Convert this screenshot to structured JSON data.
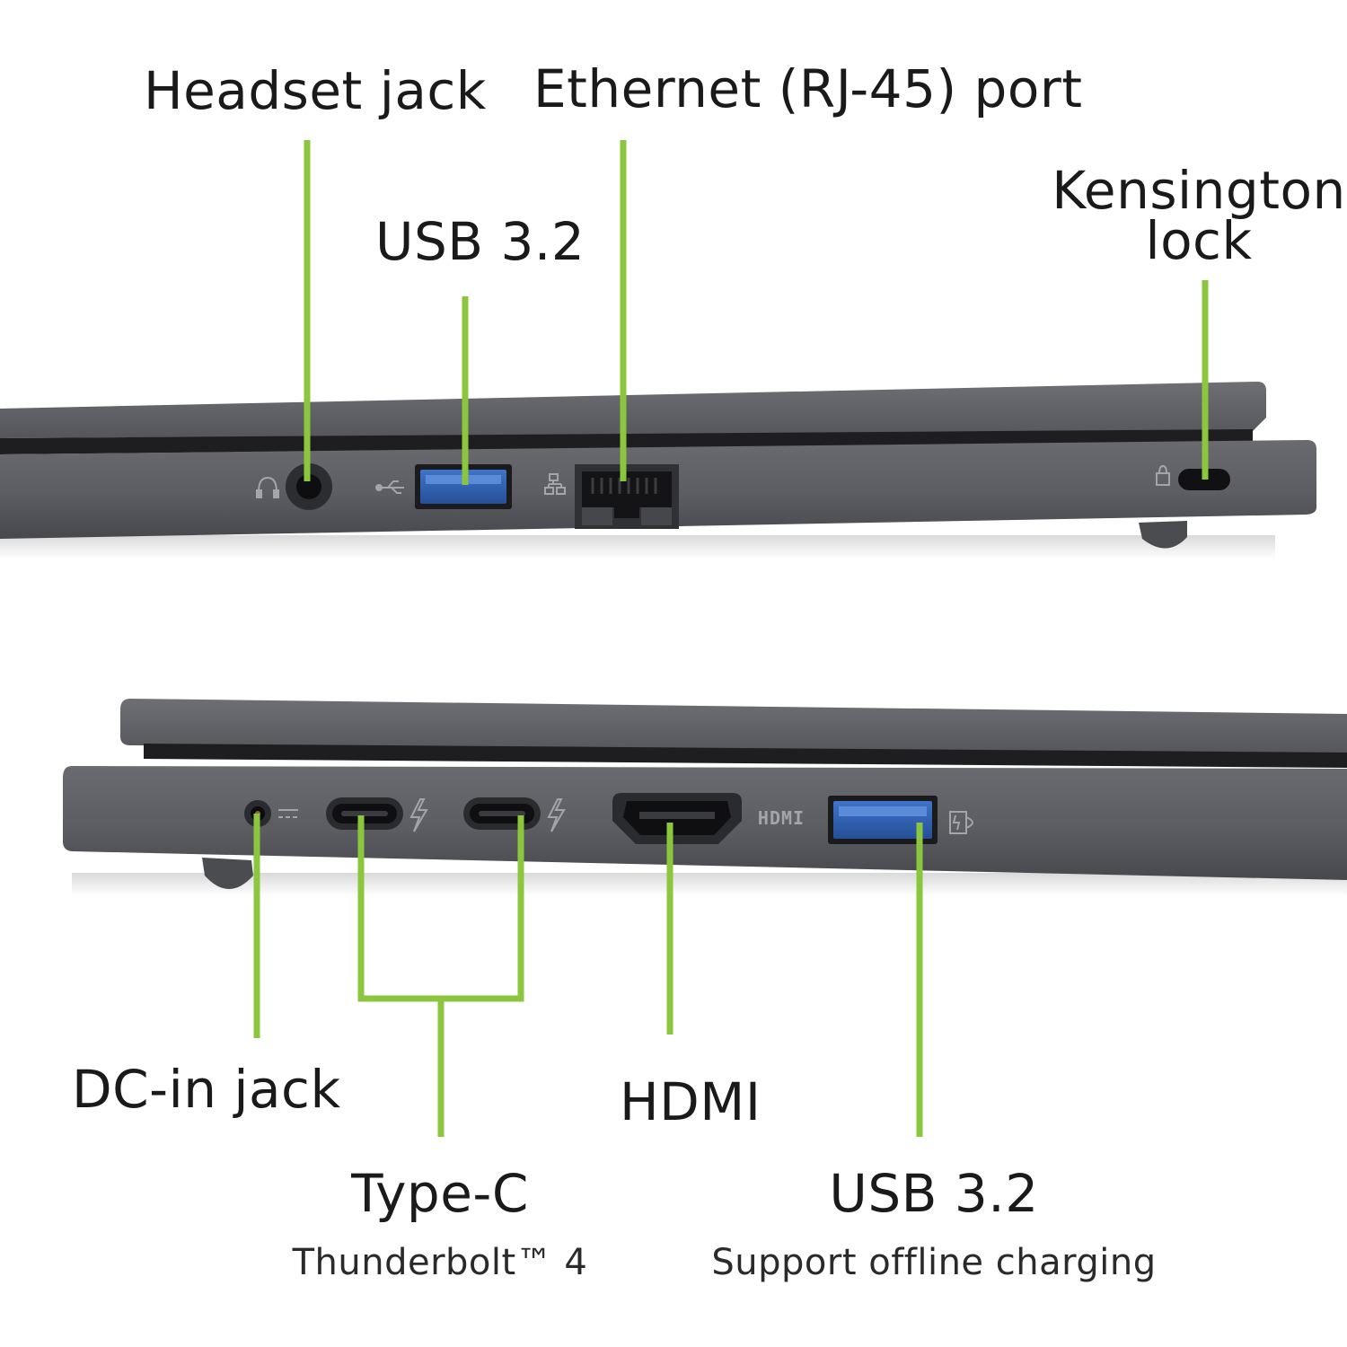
{
  "colors": {
    "callout_line": "#8cc63f",
    "chassis": "#5b5c61",
    "chassis_dark": "#3f4045",
    "chassis_light": "#6d6e73",
    "usb_blue": "#2f5fb0",
    "port_black": "#161618"
  },
  "left_side": {
    "headset_jack": "Headset jack",
    "ethernet_port": "Ethernet (RJ-45) port",
    "usb_port": "USB 3.2",
    "kensington_line1": "Kensington",
    "kensington_line2": "lock"
  },
  "right_side": {
    "dc_in_jack": "DC-in jack",
    "type_c": "Type-C",
    "type_c_sub": "Thunderbolt™ 4",
    "hdmi": "HDMI",
    "hdmi_port_logo": "HDMI",
    "usb_port": "USB 3.2",
    "usb_sub": "Support offline charging"
  },
  "icons": {
    "headset": "headset-icon",
    "usb": "usb-icon",
    "network": "network-icon",
    "lock": "lock-icon",
    "dc_power": "dc-power-icon",
    "thunderbolt": "thunderbolt-icon",
    "charging_usb": "charging-usb-icon"
  }
}
